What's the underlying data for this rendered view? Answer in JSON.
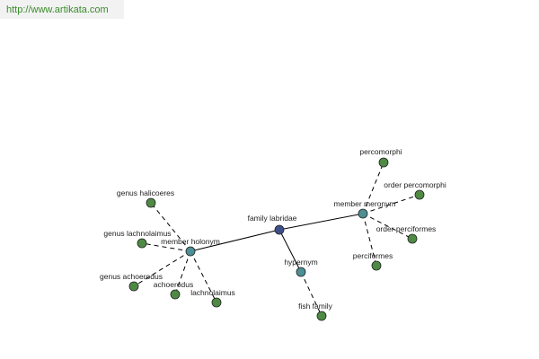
{
  "header": {
    "url": "http://www.artikata.com"
  },
  "colors": {
    "center": "#3d4f8a",
    "relation": "#4d8f95",
    "leaf": "#4f8a45"
  },
  "graph": {
    "center": "family labridae",
    "relations": [
      "member holonym",
      "member meronym",
      "hypernym"
    ],
    "leaves": {
      "member holonym": [
        "genus halicoeres",
        "genus lachnolaimus",
        "genus achoerodus",
        "achoerodus",
        "lachnolaimus"
      ],
      "member meronym": [
        "percomorphi",
        "order percomorphi",
        "order perciformes",
        "perciformes"
      ],
      "hypernym": [
        "fish family"
      ]
    }
  }
}
